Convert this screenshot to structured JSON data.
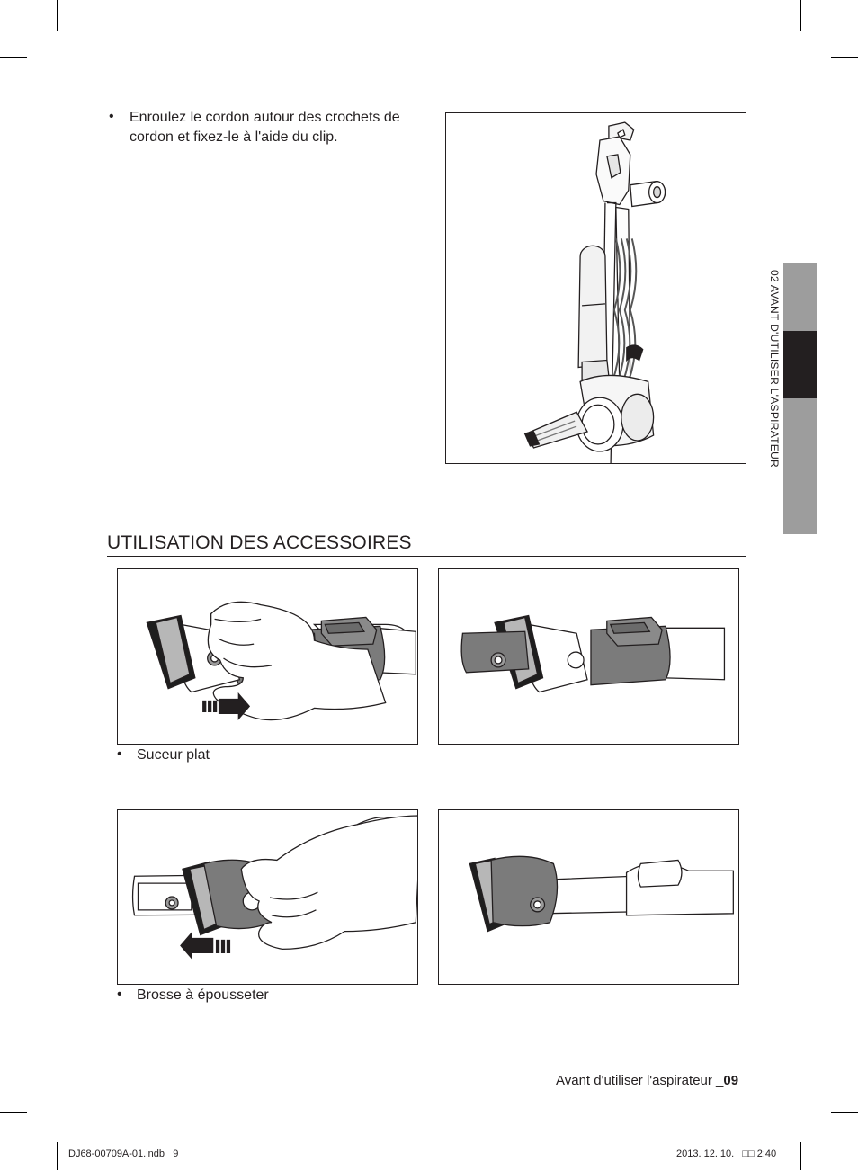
{
  "intro": {
    "bullet": "•",
    "line1": "Enroulez le cordon autour des crochets de",
    "line2": "cordon et fixez-le à l'aide du clip."
  },
  "side_tab": {
    "label": "02  AVANT D'UTILISER L'ASPIRATEUR",
    "colors": {
      "light": "#9d9d9d",
      "dark": "#231f20"
    }
  },
  "section": {
    "title": "UTILISATION DES ACCESSOIRES"
  },
  "captions": {
    "crevice": "Suceur plat",
    "dusting": "Brosse à épousseter"
  },
  "footer": {
    "page_label": "Avant d'utiliser l'aspirateur _",
    "page_number": "09"
  },
  "print_meta": {
    "file": "DJ68-00709A-01.indb   9",
    "date": "2013. 12. 10.   □□ 2:40"
  },
  "illustrations": {
    "vacuum": "upright-vacuum-cord-wrapped",
    "step1": "hand-pressing-release-button-crevice-tool",
    "step2": "crevice-tool-extended",
    "step3": "hand-rotating-dusting-brush",
    "step4": "dusting-brush-attached"
  }
}
